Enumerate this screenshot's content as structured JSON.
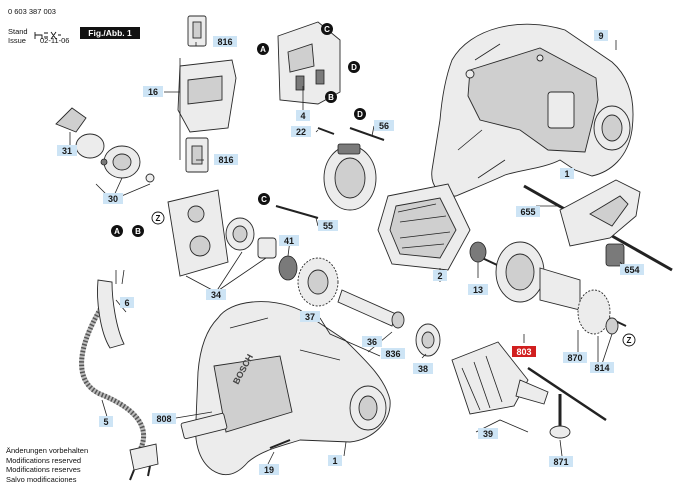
{
  "header": {
    "doc_number": "0 603 387 003",
    "stand_label": "Stand",
    "issue_label": "Issue",
    "issue_date": "02-11-06",
    "figure_label": "Fig./Abb. 1"
  },
  "footer_notes": [
    "Änderungen vorbehalten",
    "Modifications reserved",
    "Modifications reserves",
    "Salvo modificaciones"
  ],
  "callout_letters": {
    "a": "A",
    "b": "B",
    "c": "C",
    "d": "D",
    "z": "Z"
  },
  "housing_brand": "BOSCH",
  "part_labels": {
    "p1_top": "1",
    "p1_bottom": "1",
    "p2": "2",
    "p4": "4",
    "p5": "5",
    "p6": "6",
    "p9": "9",
    "p13": "13",
    "p16": "16",
    "p19": "19",
    "p22": "22",
    "p30": "30",
    "p31": "31",
    "p34": "34",
    "p36": "36",
    "p37": "37",
    "p38": "38",
    "p39": "39",
    "p41": "41",
    "p55": "55",
    "p56": "56",
    "p654": "654",
    "p655": "655",
    "p803": "803",
    "p808": "808",
    "p814": "814",
    "p816_top": "816",
    "p816_mid": "816",
    "p836": "836",
    "p870": "870",
    "p871": "871"
  },
  "colors": {
    "tag": "#cde4f5",
    "highlight_tag": "#d11f1f",
    "callout_fill": "#111111",
    "line": "#222222"
  }
}
